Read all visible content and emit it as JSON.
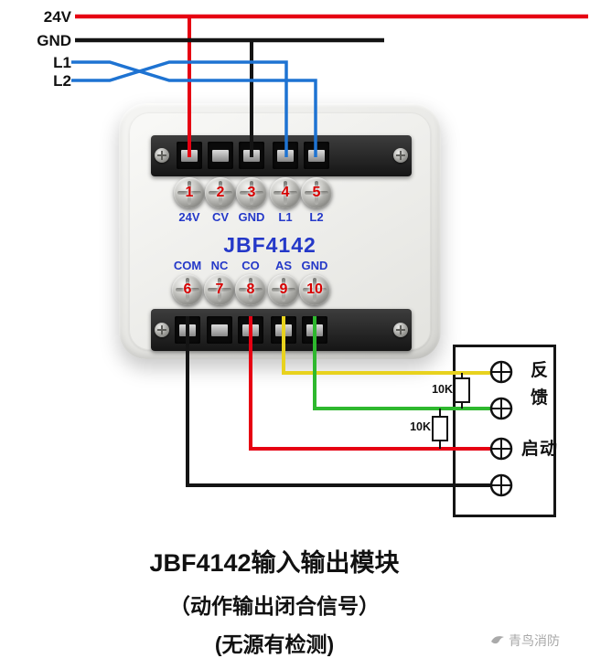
{
  "bus": {
    "labels": [
      "24V",
      "GND",
      "L1",
      "L2"
    ]
  },
  "module": {
    "name": "JBF4142",
    "top_terminals": [
      {
        "num": "1",
        "label": "24V"
      },
      {
        "num": "2",
        "label": "CV"
      },
      {
        "num": "3",
        "label": "GND"
      },
      {
        "num": "4",
        "label": "L1"
      },
      {
        "num": "5",
        "label": "L2"
      }
    ],
    "bottom_terminals": [
      {
        "num": "6",
        "label": "COM"
      },
      {
        "num": "7",
        "label": "NC"
      },
      {
        "num": "8",
        "label": "CO"
      },
      {
        "num": "9",
        "label": "AS"
      },
      {
        "num": "10",
        "label": "GND"
      }
    ]
  },
  "device": {
    "feedback_char1": "反",
    "feedback_char2": "馈",
    "start_label": "启动",
    "resistor1": "10K",
    "resistor2": "10K"
  },
  "caption": {
    "line1": "JBF4142输入输出模块",
    "line2": "（动作输出闭合信号）",
    "line3": "(无源有检测)"
  },
  "watermark": {
    "brand": "青鸟消防"
  },
  "colors": {
    "wire_red": "#e60012",
    "wire_black": "#141414",
    "wire_blue": "#1e73d2",
    "wire_yellow": "#e8d21e",
    "wire_green": "#2eb82e",
    "label_blue": "#2438c8",
    "terminal_number_red": "#d60000"
  }
}
